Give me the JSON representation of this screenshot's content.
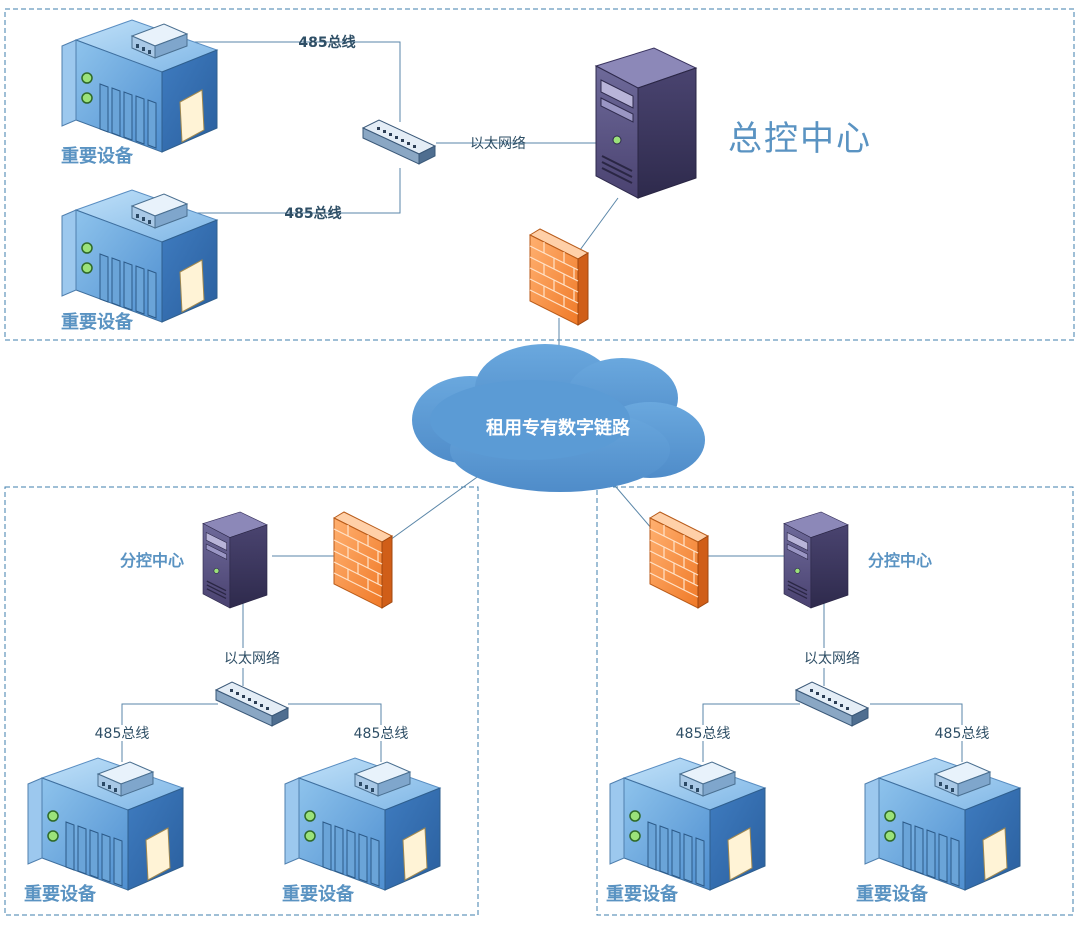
{
  "labels": {
    "hq_center": "总控中心",
    "sub_center": "分控中心",
    "cloud": "租用专有数字链路",
    "ethernet": "以太网络",
    "bus485": "485总线",
    "device": "重要设备"
  },
  "colors": {
    "region_border": "#3f7fae",
    "label_blue": "#5a93c2",
    "cloud_fill": "#5b9bd5",
    "server_purple": "#4a4270",
    "device_blue": "#3d7fc0",
    "firewall_orange": "#f0883a"
  },
  "icons": [
    "important-device-icon",
    "switch-icon",
    "server-tower-icon",
    "firewall-icon",
    "cloud-icon"
  ]
}
